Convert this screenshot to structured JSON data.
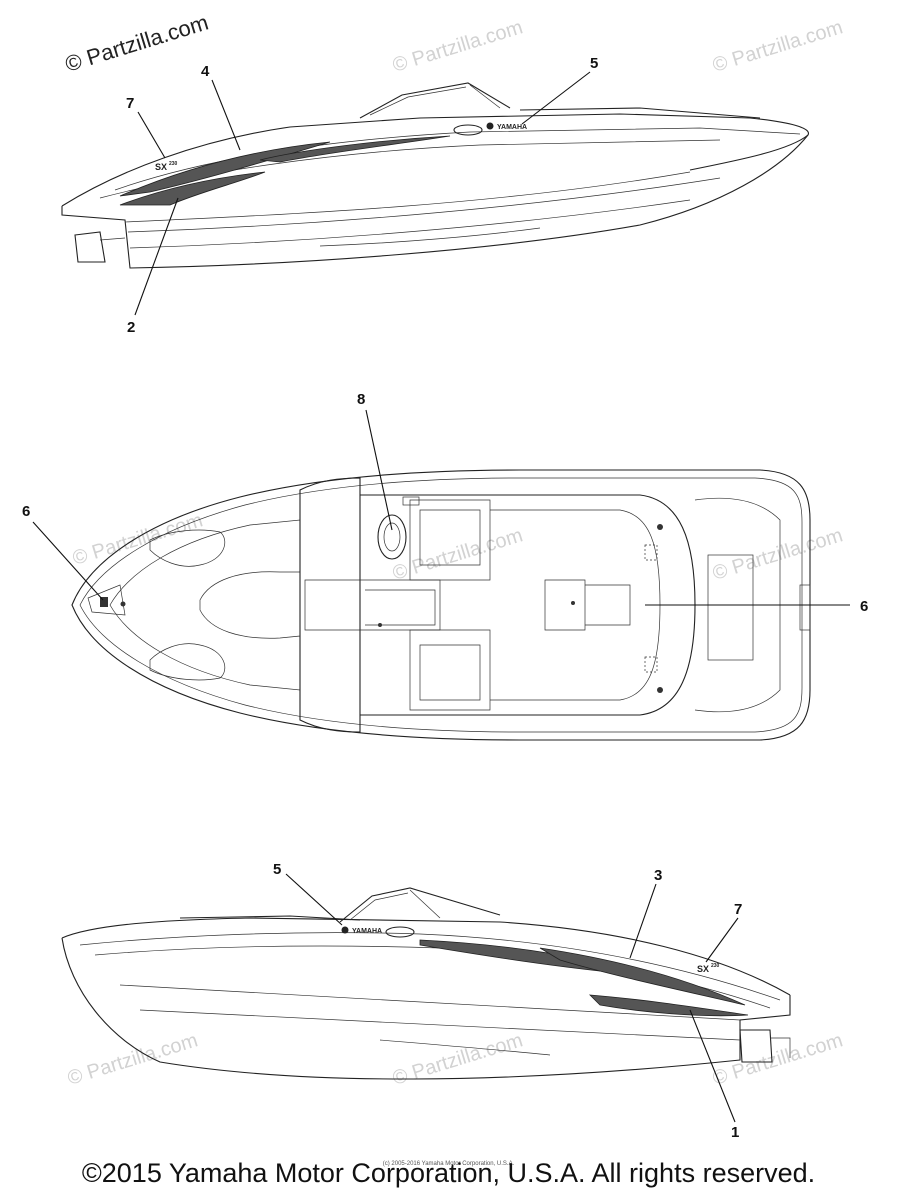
{
  "watermark": {
    "top_left": "© Partzilla.com",
    "faint": "© Partzilla.com"
  },
  "decal_labels": {
    "yamaha": "YAMAHA",
    "model": "SX",
    "model_sub": "230"
  },
  "callouts": {
    "top_view_side_1": [
      "7",
      "4",
      "5",
      "2"
    ],
    "deck_view": [
      "8",
      "6",
      "6"
    ],
    "bottom_view_side_2": [
      "5",
      "3",
      "7",
      "1"
    ]
  },
  "footer": {
    "copyright": "©2015 Yamaha Motor Corporation, U.S.A. All rights reserved.",
    "small_print": "(c) 2005-2016 Yamaha Motor Corporation, U.S.A."
  }
}
